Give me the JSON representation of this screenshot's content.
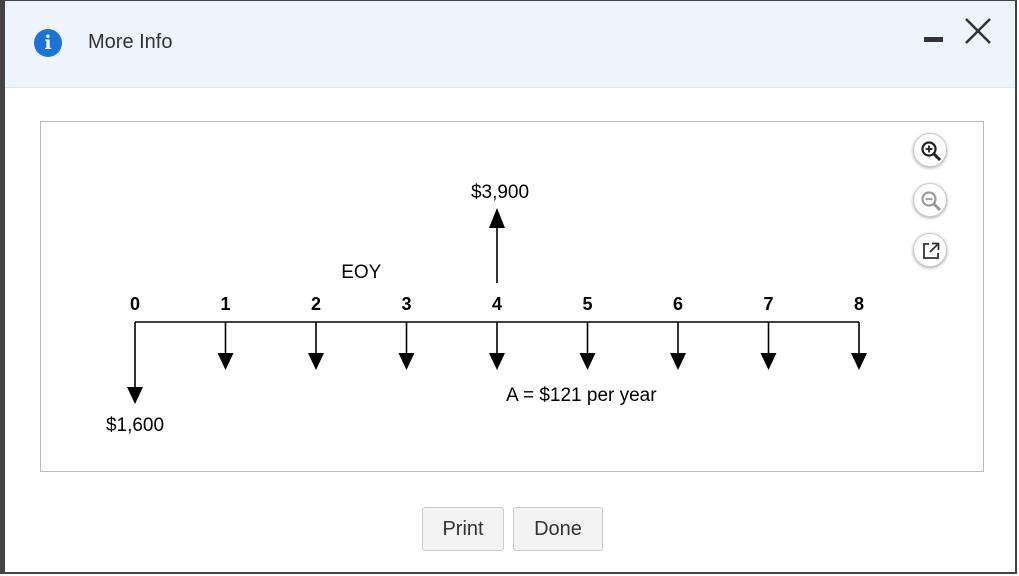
{
  "dialog": {
    "title": "More Info",
    "icons": {
      "info": "info-icon",
      "minimize": "minimize-icon",
      "close": "close-icon"
    }
  },
  "toolbar": {
    "zoom_in": "zoom-in-icon",
    "zoom_out": "zoom-out-icon",
    "popout": "popout-icon"
  },
  "diagram": {
    "periods": [
      "0",
      "1",
      "2",
      "3",
      "4",
      "5",
      "6",
      "7",
      "8"
    ],
    "axis_label": "EOY",
    "inflow": {
      "period": 4,
      "label": "$3,900"
    },
    "initial_outflow": {
      "period": 0,
      "label": "$1,600"
    },
    "annuity": {
      "from_period": 1,
      "to_period": 8,
      "label": "A = $121 per year"
    }
  },
  "buttons": {
    "print": "Print",
    "done": "Done"
  }
}
